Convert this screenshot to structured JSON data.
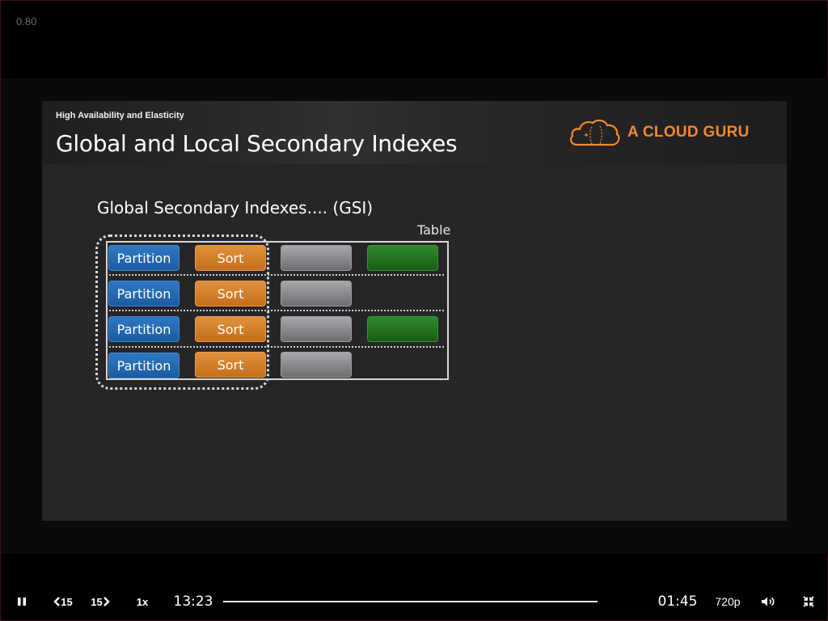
{
  "overlay": {
    "speed_readout": "0.80"
  },
  "slide": {
    "subtitle": "High Availability and Elasticity",
    "title": "Global and Local Secondary Indexes",
    "logo_text": "A CLOUD GURU",
    "heading": "Global Secondary Indexes.... (GSI)",
    "table_caption": "Table",
    "rows": [
      {
        "partition": "Partition",
        "sort": "Sort",
        "has_gray": true,
        "has_green": true
      },
      {
        "partition": "Partition",
        "sort": "Sort",
        "has_gray": true,
        "has_green": false
      },
      {
        "partition": "Partition",
        "sort": "Sort",
        "has_gray": true,
        "has_green": true
      },
      {
        "partition": "Partition",
        "sort": "Sort",
        "has_gray": true,
        "has_green": false
      }
    ],
    "colors": {
      "partition": "#1f5fa6",
      "sort": "#d07a26",
      "attribute_gray": "#8a8b8e",
      "attribute_green": "#1f6e1b",
      "logo_orange": "#f08a2c"
    }
  },
  "controls": {
    "play_pause_icon": "pause-icon",
    "rewind_label": "15",
    "forward_label": "15",
    "speed_label": "1x",
    "elapsed_time": "13:23",
    "remaining_time": "01:45",
    "quality_label": "720p",
    "volume_icon": "volume-icon",
    "fullscreen_icon": "exit-fullscreen-icon",
    "progress_fraction": 1.0
  }
}
